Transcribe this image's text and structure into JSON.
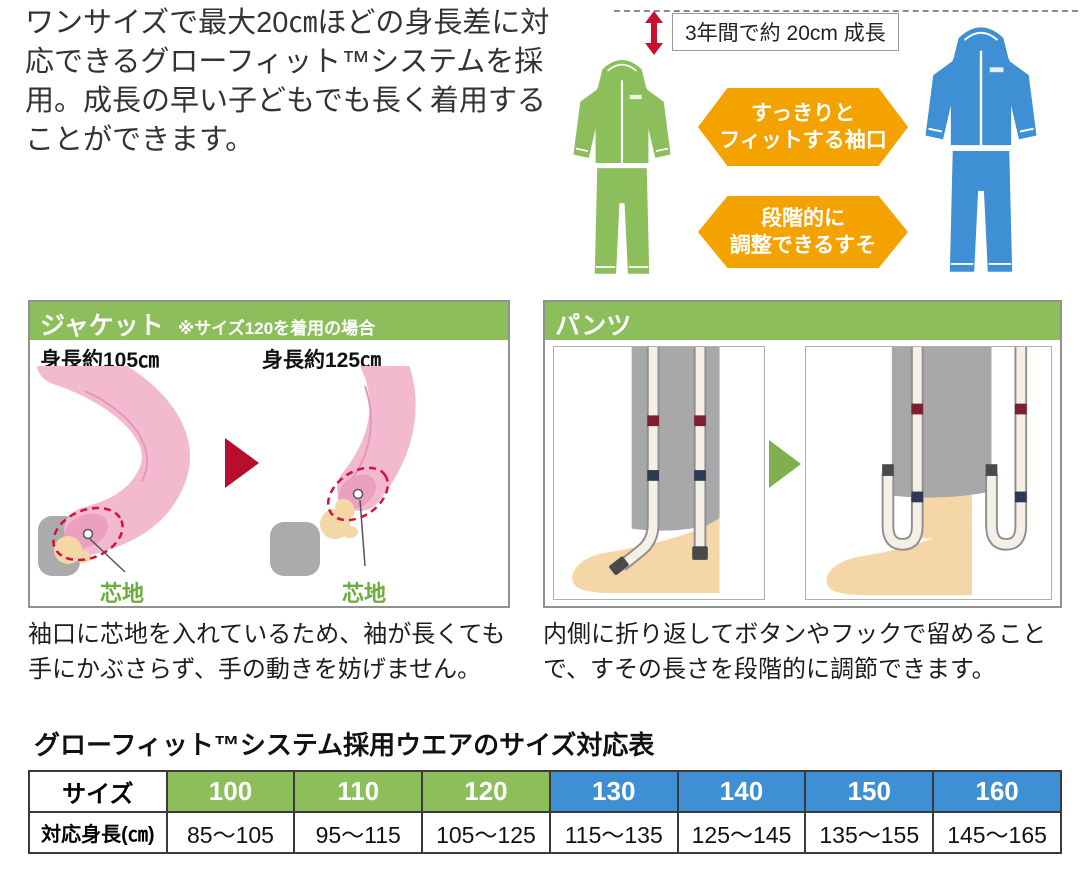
{
  "intro": {
    "text": "ワンサイズで最大20㎝ほどの身長差に対応できるグローフィット™システムを採用。成長の早い子どもでも長く着用することができます。"
  },
  "growth": {
    "label": "3年間で約 20cm 成長",
    "arrow_sleeve": {
      "line1": "すっきりと",
      "line2": "フィットする袖口"
    },
    "arrow_hem": {
      "line1": "段階的に",
      "line2": "調整できるすそ"
    }
  },
  "jacket_panel": {
    "title": "ジャケット",
    "subtitle": "※サイズ120を着用の場合",
    "label_left": "身長約105㎝",
    "label_right": "身長約125㎝",
    "interlining_label": "芯地",
    "caption": "袖口に芯地を入れているため、袖が長くても手にかぶさらず、手の動きを妨げません。"
  },
  "pants_panel": {
    "title": "パンツ",
    "caption": "内側に折り返してボタンやフックで留めることで、すその長さを段階的に調節できます。"
  },
  "size_table": {
    "title": "グローフィット™システム採用ウエアのサイズ対応表",
    "header_label": "サイズ",
    "row_label": "対応身長(㎝)",
    "sizes": [
      "100",
      "110",
      "120",
      "130",
      "140",
      "150",
      "160"
    ],
    "heights": [
      "85〜105",
      "95〜115",
      "105〜125",
      "115〜135",
      "125〜145",
      "135〜155",
      "145〜165"
    ],
    "green_sizes_count": 3
  },
  "theme": {
    "green": "#8CBE5C",
    "blue": "#3E8FD3",
    "orange": "#F3A200",
    "red": "#C8102E",
    "pink": "#F3B9CF",
    "skin": "#F5D6A6",
    "gray": "#A8A8A8"
  }
}
